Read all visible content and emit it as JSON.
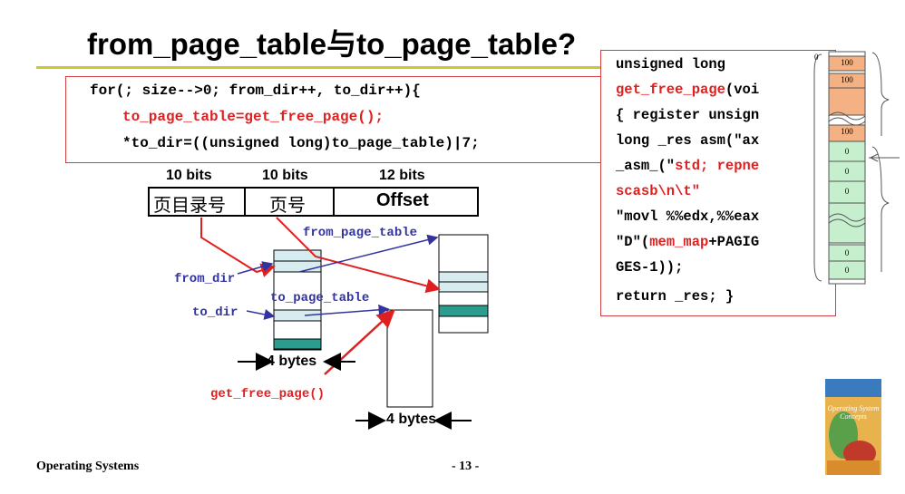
{
  "title": "from_page_table与to_page_table?",
  "code_top": {
    "line1": "for(; size-->0; from_dir++, to_dir++){",
    "line2": "to_page_table=get_free_page();",
    "line3": "*to_dir=((unsigned long)to_page_table)|7;"
  },
  "code_right": {
    "line1": "unsigned long",
    "line2a": "get_free_page",
    "line2b": "(voi",
    "line3": "{ register unsign",
    "line4": "long _res asm(\"ax",
    "line5a": "_asm_(\"",
    "line5b": "std; repne",
    "line6": "scasb\\n\\t\"",
    "line7": "\"movl %%edx,%%eax",
    "line8a": "\"D\"(",
    "line8b": "mem_map",
    "line8c": "+PAGIG",
    "line9": "GES-1));",
    "line10": "return _res; }"
  },
  "address_format": {
    "labels": [
      "10 bits",
      "10 bits",
      "12 bits"
    ],
    "fields": [
      "页目录号",
      "页号",
      "Offset"
    ]
  },
  "diagram_labels": {
    "from_page_table": "from_page_table",
    "to_page_table": "to_page_table",
    "from_dir": "from_dir",
    "to_dir": "to_dir",
    "bytes_1": "4 bytes",
    "bytes_2": "4 bytes",
    "get_free_page": "get_free_page()"
  },
  "mem_map": {
    "zero_mark": "0",
    "cells": [
      "100",
      "100",
      "100",
      "0",
      "0",
      "0",
      "0",
      "0"
    ]
  },
  "footer": {
    "left": "Operating Systems",
    "page": "- 13 -"
  },
  "book": {
    "title": "Operating System Concepts"
  },
  "colors": {
    "code_red": "#e02020",
    "code_blue": "#3333a0",
    "rule": "#c8c832",
    "teal": "#2a9d8f",
    "mem_orange": "#f4b183",
    "mem_green": "#c6efce"
  }
}
